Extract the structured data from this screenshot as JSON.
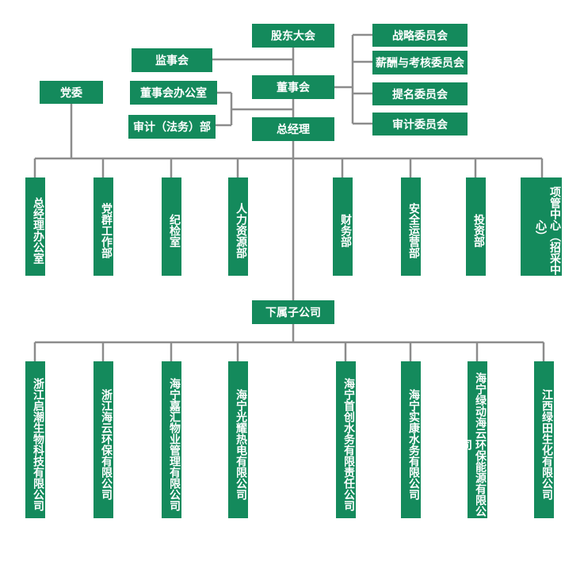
{
  "top": {
    "shareholders": "股东大会",
    "supervisory": "监事会",
    "board": "董事会",
    "board_office": "董事会办公室",
    "audit_legal": "审计（法务）部",
    "gm": "总经理",
    "party": "党委",
    "subsidiaries_header": "下属子公司"
  },
  "committees": [
    "战略委员会",
    "薪酬与考核委员会",
    "提名委员会",
    "审计委员会"
  ],
  "departments": [
    "总经理办公室",
    "党群工作部",
    "纪检室",
    "人力资源部",
    "财务部",
    "安全运营部",
    "投资部",
    "项管中心（招采中心）"
  ],
  "subsidiaries": [
    "浙江启潮生物科技有限公司",
    "浙江海云环保有限公司",
    "海宁嘉汇物业管理有限公司",
    "海宁光耀热电有限公司",
    "海宁首创水务有限责任公司",
    "海宁实康水务有限公司",
    "海宁绿动海云环保能源有限公司",
    "江西绿田生化有限公司"
  ],
  "colors": {
    "box": "#148a5c",
    "line": "#8c8c8c",
    "text": "#ffffff"
  }
}
